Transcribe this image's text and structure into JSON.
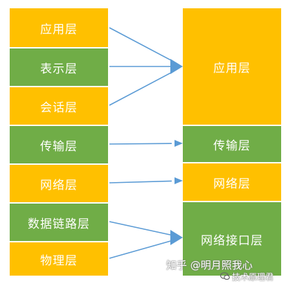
{
  "colors": {
    "yellow": "#FFC000",
    "green": "#70AD47",
    "arrow": "#5B9BD5",
    "border": "#ffffff"
  },
  "osi_layers": [
    {
      "label": "应用层",
      "color": "yellow"
    },
    {
      "label": "表示层",
      "color": "green"
    },
    {
      "label": "会话层",
      "color": "yellow"
    },
    {
      "label": "传输层",
      "color": "green"
    },
    {
      "label": "网络层",
      "color": "yellow"
    },
    {
      "label": "数据链路层",
      "color": "green"
    },
    {
      "label": "物理层",
      "color": "yellow"
    }
  ],
  "tcpip_layers": [
    {
      "label": "应用层",
      "color": "yellow"
    },
    {
      "label": "传输层",
      "color": "green"
    },
    {
      "label": "网络层",
      "color": "yellow"
    },
    {
      "label": "网络接口层",
      "color": "green"
    }
  ],
  "mappings": [
    {
      "from": 0,
      "to": 0
    },
    {
      "from": 1,
      "to": 0
    },
    {
      "from": 2,
      "to": 0
    },
    {
      "from": 3,
      "to": 1
    },
    {
      "from": 4,
      "to": 2
    },
    {
      "from": 5,
      "to": 3
    },
    {
      "from": 6,
      "to": 3
    }
  ],
  "watermark": {
    "zhihu": "知乎 @明月照我心",
    "badge": "技术原理君",
    "badge_icon": "chat-bubble-icon"
  }
}
